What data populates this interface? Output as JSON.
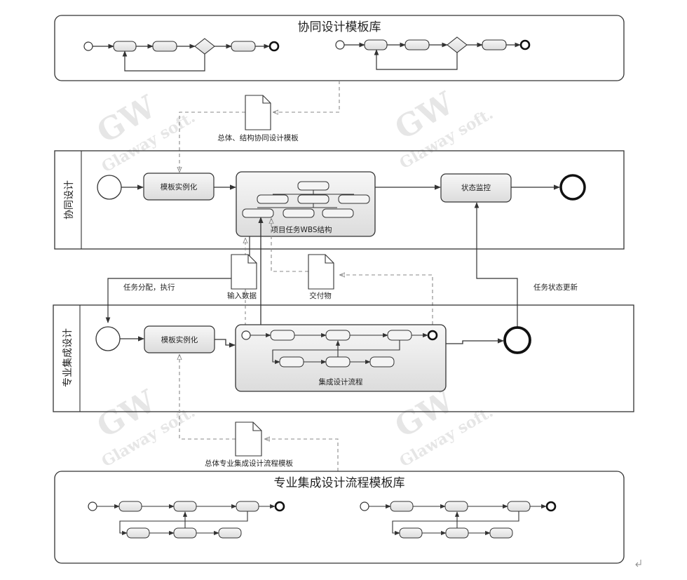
{
  "pools": {
    "top_library": {
      "title": "协同设计模板库"
    },
    "bottom_library": {
      "title": "专业集成设计流程模板库"
    }
  },
  "lanes": {
    "collab": {
      "label": "协同设计",
      "instantiate": "模板实例化",
      "wbs_caption": "项目任务WBS结构",
      "monitor": "状态监控"
    },
    "integration": {
      "label": "专业集成设计",
      "instantiate": "模板实例化",
      "flow_caption": "集成设计流程"
    }
  },
  "documents": {
    "collab_template": "总体、结构协同设计模板",
    "input_data": "输入数据",
    "deliverable": "交付物",
    "integration_template": "总体专业集成设计流程模板"
  },
  "annotations": {
    "assign": "任务分配，执行",
    "status_update": "任务状态更新"
  },
  "watermark": {
    "logo": "GW",
    "brand": "Glaway soft."
  },
  "colors": {
    "stroke": "#333333",
    "dashed": "#8a8a8a",
    "task_fill": "#e9e9e9",
    "watermark": "#e6e6e6"
  }
}
